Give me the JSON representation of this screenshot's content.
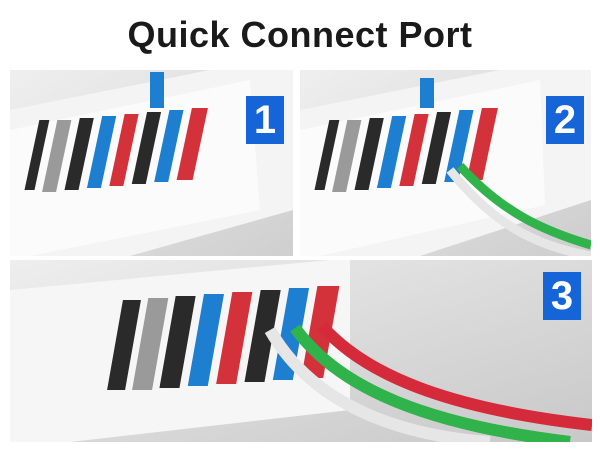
{
  "title": "Quick Connect Port",
  "steps": [
    {
      "number": "1"
    },
    {
      "number": "2"
    },
    {
      "number": "3"
    }
  ],
  "colors": {
    "badge": "#1565d8",
    "lever_dark": "#2a2a2a",
    "lever_gray": "#9a9a9a",
    "lever_blue": "#1e7fd0",
    "lever_red": "#d4323a",
    "wire_white": "#e6e6e6",
    "wire_green": "#2fb34a",
    "wire_red": "#d42a3a"
  }
}
